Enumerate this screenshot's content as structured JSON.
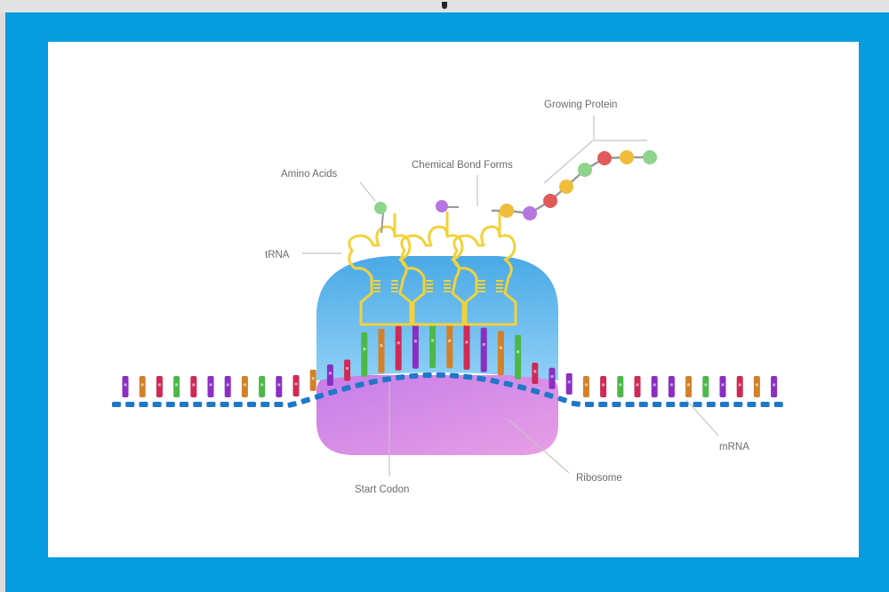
{
  "labels": {
    "growing_protein": "Growing Protein",
    "chemical_bond": "Chemical Bond Forms",
    "amino_acids": "Amino Acids",
    "trna": "tRNA",
    "mrna": "mRNA",
    "start_codon": "Start Codon",
    "ribosome": "Ribosome"
  },
  "colors": {
    "frame": "#079be0",
    "panel": "#ffffff",
    "ribosome_large": "#4faee8",
    "ribosome_small": "#d77fe8",
    "trna": "#f2d23a",
    "mrna_backbone": "#1e78c8",
    "nucleotides": [
      "#8a2fc2",
      "#d2812a",
      "#cf2a55",
      "#4db84a"
    ],
    "amino_acids": [
      "#8ed48a",
      "#b676e0",
      "#f0bd3a",
      "#e05a5a"
    ]
  }
}
